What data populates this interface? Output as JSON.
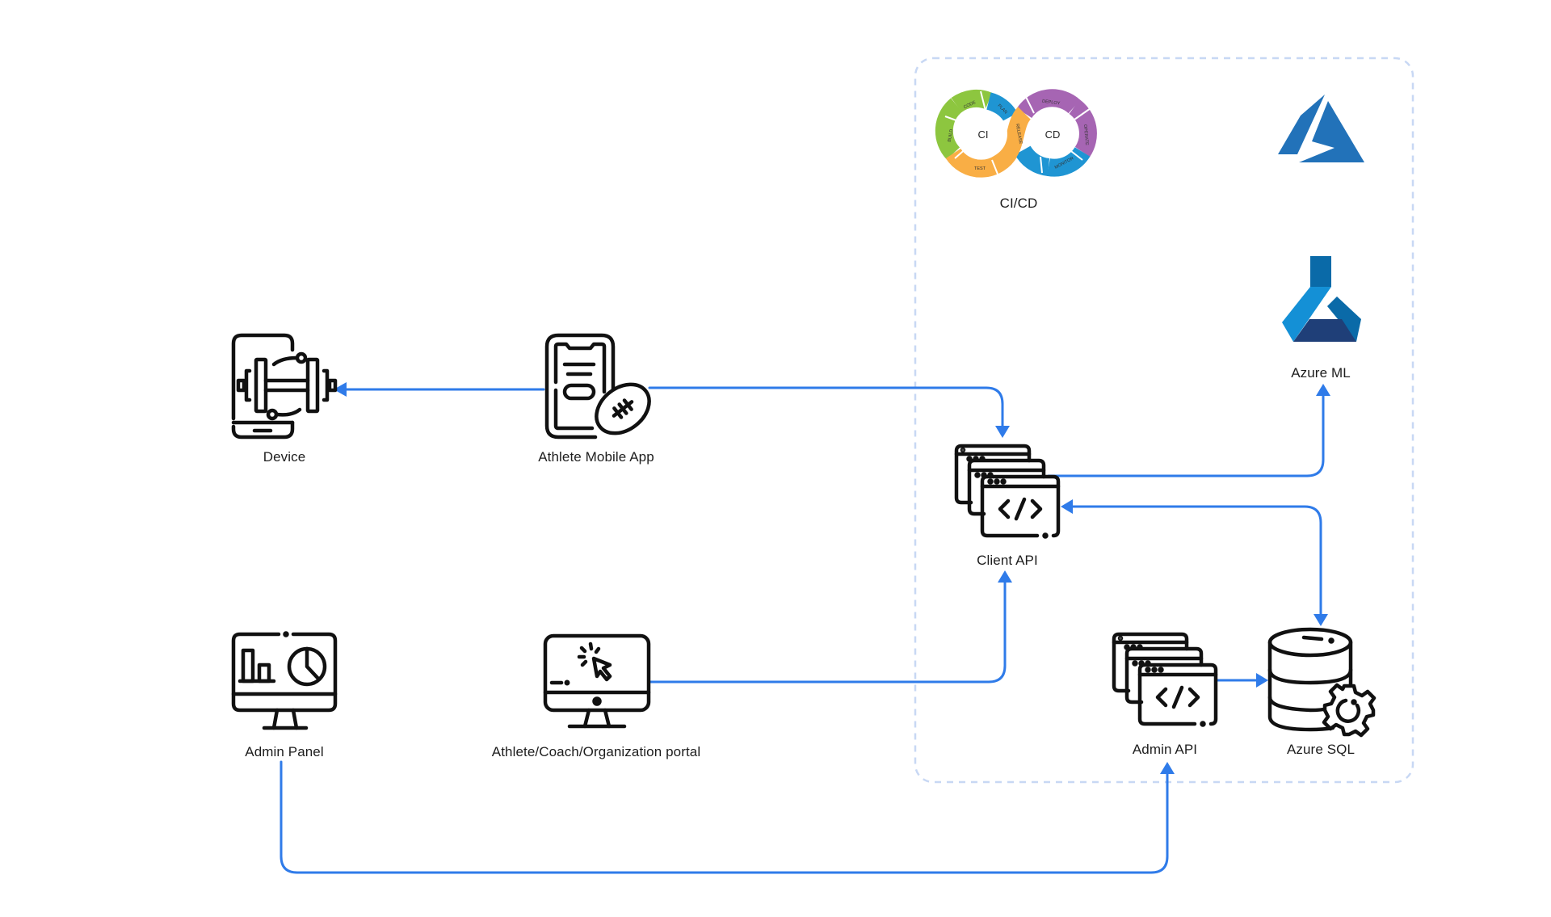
{
  "diagram": {
    "title": "",
    "colors": {
      "connector": "#2f7be9",
      "boundary": "#c8d8f4",
      "icon_stroke": "#111111",
      "azure_blue": "#2272b9",
      "azure_ml_light": "#1490d6",
      "azure_ml_mid": "#0a6aa8",
      "azure_ml_dark": "#1f3f78",
      "cicd_green": "#8dc63f",
      "cicd_blue": "#1f95d3",
      "cicd_orange": "#f9ae45",
      "cicd_purple": "#a665b3"
    },
    "nodes": {
      "device": {
        "label": "Device",
        "icon": "smartphone-dumbbell-icon"
      },
      "athlete_mobile_app": {
        "label": "Athlete Mobile App",
        "icon": "smartphone-football-icon"
      },
      "admin_panel": {
        "label": "Admin Panel",
        "icon": "monitor-analytics-icon"
      },
      "portal": {
        "label": "Athlete/Coach/Organization portal",
        "icon": "monitor-cursor-icon"
      },
      "client_api": {
        "label": "Client API",
        "icon": "code-windows-icon"
      },
      "admin_api": {
        "label": "Admin API",
        "icon": "code-windows-icon"
      },
      "azure_sql": {
        "label": "Azure SQL",
        "icon": "database-gear-icon"
      },
      "azure_ml": {
        "label": "Azure ML",
        "icon": "azure-ml-flask-icon"
      },
      "azure": {
        "label": "",
        "icon": "azure-logo-icon"
      },
      "cicd": {
        "label": "CI/CD",
        "icon": "cicd-infinity-icon",
        "left_ring": "CI",
        "right_ring": "CD",
        "stages": [
          "CODE",
          "PLAN",
          "BUILD",
          "TEST",
          "RELEASE",
          "DEPLOY",
          "OPERATE",
          "MONITOR"
        ]
      }
    },
    "groups": [
      {
        "name": "azure-cloud-boundary",
        "members": [
          "cicd",
          "azure",
          "azure_ml",
          "client_api",
          "admin_api",
          "azure_sql"
        ]
      }
    ],
    "edges": [
      {
        "from": "athlete_mobile_app",
        "to": "device",
        "direction": "one-way"
      },
      {
        "from": "athlete_mobile_app",
        "to": "client_api",
        "direction": "one-way"
      },
      {
        "from": "portal",
        "to": "client_api",
        "direction": "one-way"
      },
      {
        "from": "client_api",
        "to": "azure_ml",
        "direction": "one-way"
      },
      {
        "from": "client_api",
        "to": "azure_sql",
        "direction": "two-way"
      },
      {
        "from": "admin_api",
        "to": "azure_sql",
        "direction": "one-way"
      },
      {
        "from": "admin_panel",
        "to": "admin_api",
        "direction": "one-way"
      }
    ]
  }
}
